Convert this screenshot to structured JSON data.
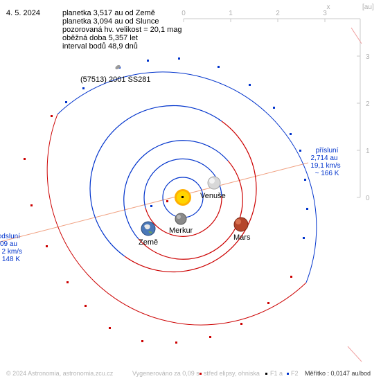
{
  "header": {
    "date": "4. 5. 2024",
    "info_lines": [
      "planetka 3,517 au od Země",
      "planetka 3,094 au od Slunce",
      "pozorovaná hv. velikost = 20,1 mag",
      "oběžná doba 5,357 let",
      "interval bodů 48,9 dnů"
    ]
  },
  "object": {
    "name": "(57513) 2001 SS281"
  },
  "axes": {
    "unit": "[au]",
    "x_letter": "x",
    "top_ticks": [
      "0",
      "1",
      "2",
      "3"
    ],
    "right_ticks": [
      "3",
      "2",
      "1",
      "0"
    ]
  },
  "perihelion": {
    "title": "přísluní",
    "distance": "2,714 au",
    "speed": "19,1 km/s",
    "temperature": "~ 166 K"
  },
  "aphelion": {
    "title": "odsluní",
    "distance": "09 au",
    "speed": "2 km/s",
    "temperature": "148 K"
  },
  "planets": [
    {
      "name": "Venuše",
      "color": "#d8d8d8"
    },
    {
      "name": "Merkur",
      "color": "#8a8a8a"
    },
    {
      "name": "Mars",
      "color": "#b5452b"
    },
    {
      "name": "Země",
      "color": "#4a78b8"
    }
  ],
  "colors": {
    "orbit_blue": "#0033cc",
    "orbit_red": "#cc0000",
    "apsis_line": "#f0a080",
    "sun": "#ffd400"
  },
  "footer": {
    "copyright": "© 2024 Astronomia, astronomia.zcu.cz",
    "generated": "Vygenerováno za 0,09 s",
    "legend_center": "střed elipsy, ohniska",
    "legend_f1": "F1 a",
    "legend_f2": "F2",
    "scale": "Měřítko : 0,0147 au/bod"
  }
}
